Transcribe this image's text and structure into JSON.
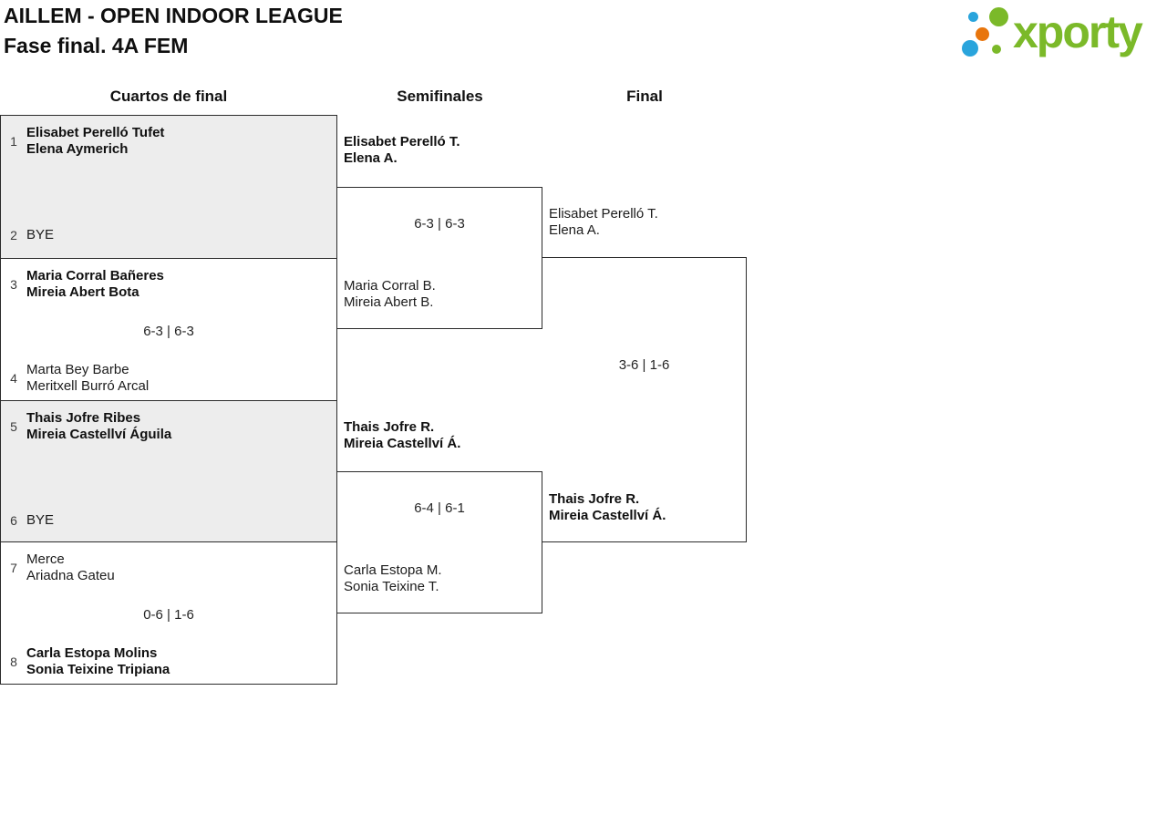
{
  "title": {
    "line1": "AILLEM - OPEN INDOOR LEAGUE",
    "line2": "Fase final. 4A FEM"
  },
  "logo": {
    "wordmark": "xporty",
    "colors": {
      "green": "#7bb929",
      "blue": "#29a4dc",
      "orange": "#e8750c"
    }
  },
  "rounds": {
    "quarterfinals": "Cuartos de final",
    "semifinals": "Semifinales",
    "final": "Final"
  },
  "colors": {
    "box_border": "#2b2b2b",
    "shaded_cell_bg": "#ededed",
    "text": "#1c1c1c"
  },
  "bracket": {
    "qf": [
      {
        "seed_top": "1",
        "top1": "Elisabet Perelló Tufet",
        "top2": "Elena Aymerich",
        "score": "",
        "seed_bottom": "2",
        "bottom1": "BYE",
        "bottom2": ""
      },
      {
        "seed_top": "3",
        "top1": "Maria Corral Bañeres",
        "top2": "Mireia Abert Bota",
        "score": "6-3 | 6-3",
        "seed_bottom": "4",
        "bottom1": "Marta Bey Barbe",
        "bottom2": "Meritxell Burró Arcal"
      },
      {
        "seed_top": "5",
        "top1": "Thais Jofre Ribes",
        "top2": "Mireia Castellví Águila",
        "score": "",
        "seed_bottom": "6",
        "bottom1": "BYE",
        "bottom2": ""
      },
      {
        "seed_top": "7",
        "top1": "Merce",
        "top2": "Ariadna Gateu",
        "score": "0-6 | 1-6",
        "seed_bottom": "8",
        "bottom1": "Carla Estopa Molins",
        "bottom2": "Sonia Teixine Tripiana"
      }
    ],
    "sf": [
      {
        "top1": "Elisabet Perelló T.",
        "top2": "Elena A.",
        "score": "6-3 | 6-3",
        "bottom1": "Maria Corral B.",
        "bottom2": "Mireia Abert B."
      },
      {
        "top1": "Thais Jofre R.",
        "top2": "Mireia Castellví Á.",
        "score": "6-4 | 6-1",
        "bottom1": "Carla Estopa M.",
        "bottom2": "Sonia Teixine T."
      }
    ],
    "final": {
      "top1": "Elisabet Perelló T.",
      "top2": "Elena A.",
      "score": "3-6 | 1-6",
      "bottom1": "Thais Jofre R.",
      "bottom2": "Mireia Castellví Á."
    }
  }
}
